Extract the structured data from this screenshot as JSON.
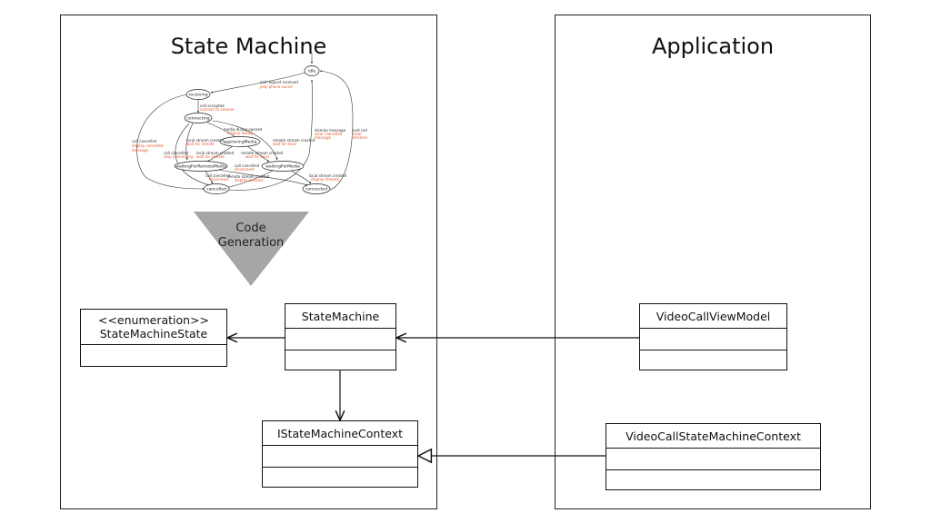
{
  "panels": {
    "state_machine": {
      "title": "State Machine"
    },
    "application": {
      "title": "Application"
    }
  },
  "state_diagram": {
    "nodes": {
      "idle": "idle",
      "receiving": "receiving",
      "connecting": "connecting",
      "approvingMedia": "approvingMedia",
      "waitingForRemoteMedia": "waitingForRemoteMedia",
      "waitingForMedia": "waitingForMedia",
      "cancelled": "cancelled",
      "connected": "connected"
    },
    "edges": {
      "call_request_received": {
        "label": "call request received",
        "action": "play phone sound"
      },
      "call_accepted": {
        "label": "call accepted",
        "action": "connect to session"
      },
      "call_cancelled_left": {
        "label": "call cancelled",
        "action1": "display cancelled",
        "action2": "message"
      },
      "media_dialog_opened": {
        "label": "media dialog opened",
        "action": "display dialog"
      },
      "local_stream_created_1": {
        "label": "local stream created",
        "action": "wait for remote"
      },
      "remote_stream_created_1": {
        "label": "remote stream created",
        "action": "wait for local"
      },
      "call_cancelled_2": {
        "label": "call cancelled",
        "action": "stop connecting"
      },
      "local_stream_created_2": {
        "label": "local stream created",
        "action": "wait for remote"
      },
      "remote_stream_created_2": {
        "label": "remote stream created",
        "action": "wait for local"
      },
      "call_cancelled_3": {
        "label": "call cancelled",
        "action": "disconnect"
      },
      "remote_stream_created_3": {
        "label": "remote stream created",
        "action": "display streams"
      },
      "call_cancelled_4": {
        "label": "call cancelled",
        "action": "disconnect"
      },
      "local_stream_created_3": {
        "label": "local stream created",
        "action": "display streams"
      },
      "dismiss_message": {
        "label": "dismiss message",
        "action1": "clear cancelled",
        "action2": "message"
      },
      "end_call": {
        "label": "end call",
        "action1": "clear",
        "action2": "streams"
      }
    }
  },
  "codegen": {
    "line1": "Code",
    "line2": "Generation"
  },
  "classes": {
    "state_machine_state": {
      "stereotype": "<<enumeration>>",
      "name": "StateMachineState"
    },
    "state_machine": {
      "name": "StateMachine"
    },
    "istate_machine_context": {
      "name": "IStateMachineContext"
    },
    "video_call_view_model": {
      "name": "VideoCallViewModel"
    },
    "video_call_state_machine_context": {
      "name": "VideoCallStateMachineContext"
    }
  },
  "colors": {
    "triangle": "#a6a6a6",
    "action_text": "#e8562a",
    "line": "#111111"
  }
}
